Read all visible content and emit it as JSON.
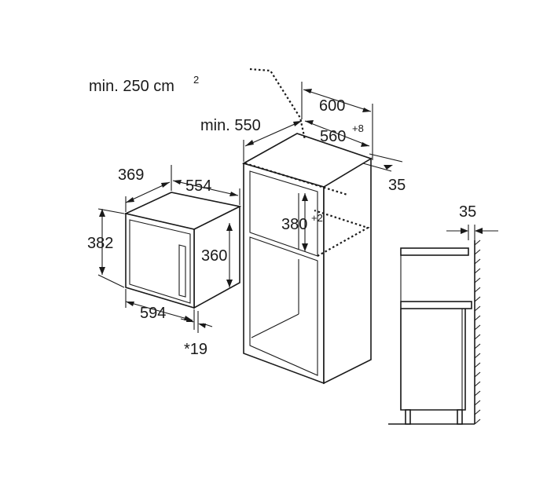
{
  "labels": {
    "ventilation": "min. 250 cm",
    "ventilation_sup": "2",
    "niche_depth_min": "min. 550",
    "cabinet_width": "600",
    "niche_width": "560",
    "niche_width_tol": "+8",
    "front_offset": "35",
    "niche_height": "380",
    "niche_height_tol": "+2",
    "appliance_depth": "369",
    "appliance_body_width": "554",
    "appliance_height": "382",
    "appliance_body_height": "360",
    "appliance_width": "594",
    "door_thickness": "*19",
    "side_gap": "35"
  }
}
